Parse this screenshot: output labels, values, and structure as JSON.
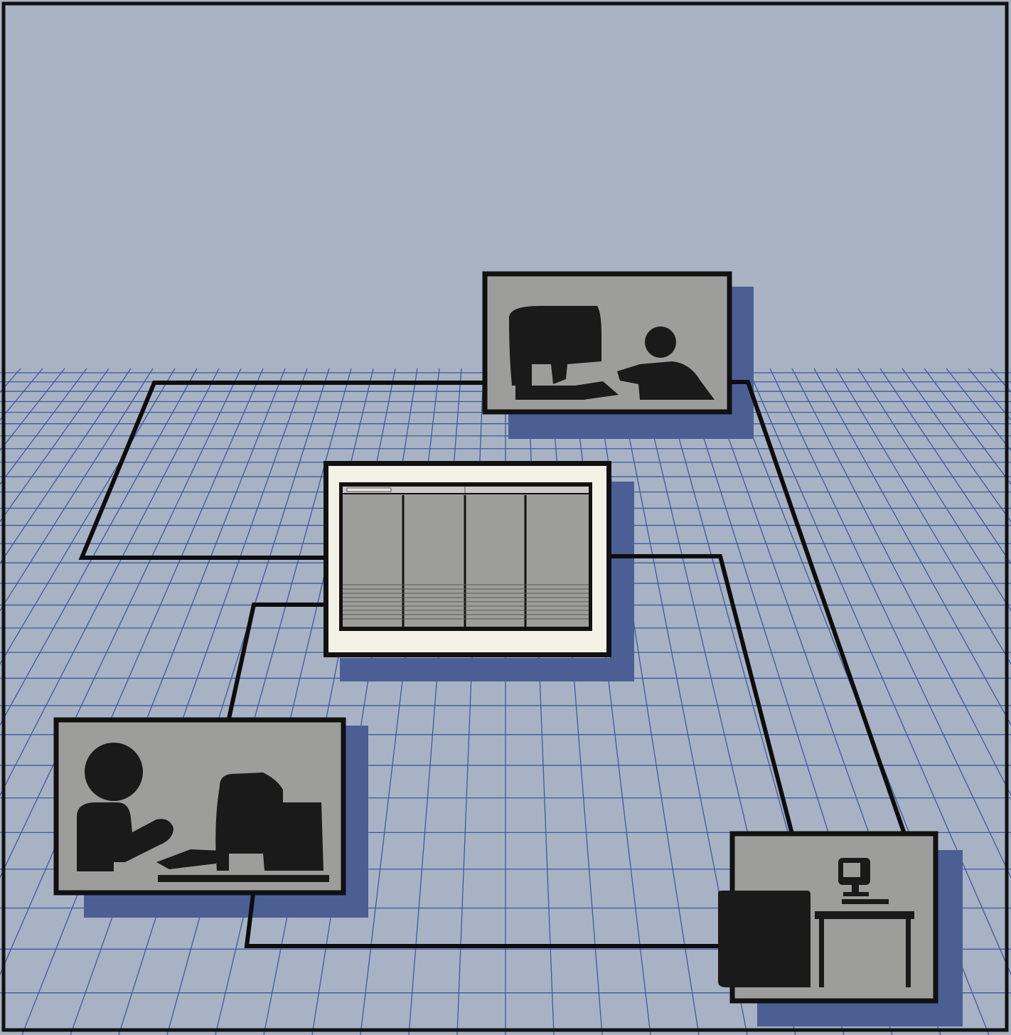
{
  "colors": {
    "sky": "#a9b3c3",
    "floor": "#a7b2c4",
    "grid_line": "#3f5a9a",
    "shadow": "#4b5f95",
    "panel_fill": "#9d9d9b",
    "panel_border": "#111111",
    "central_mat": "#f4f1e6",
    "silhouette": "#1a1a1a",
    "network_line": "#0d0d0d",
    "frame": "#111111"
  },
  "nodes": [
    {
      "id": "workstation-top",
      "icon": "user-at-computer-icon",
      "role": "user workstation"
    },
    {
      "id": "central-spreadsheet",
      "icon": "spreadsheet-window-icon",
      "role": "shared document / server"
    },
    {
      "id": "workstation-left",
      "icon": "user-at-computer-icon",
      "role": "user workstation"
    },
    {
      "id": "file-server",
      "icon": "cabinet-and-terminal-icon",
      "role": "file cabinet and terminal"
    }
  ],
  "connections": [
    {
      "from": "workstation-top",
      "to": "central-spreadsheet"
    },
    {
      "from": "workstation-top",
      "to": "file-server"
    },
    {
      "from": "central-spreadsheet",
      "to": "file-server"
    },
    {
      "from": "central-spreadsheet",
      "to": "workstation-left"
    },
    {
      "from": "workstation-left",
      "to": "file-server"
    }
  ]
}
